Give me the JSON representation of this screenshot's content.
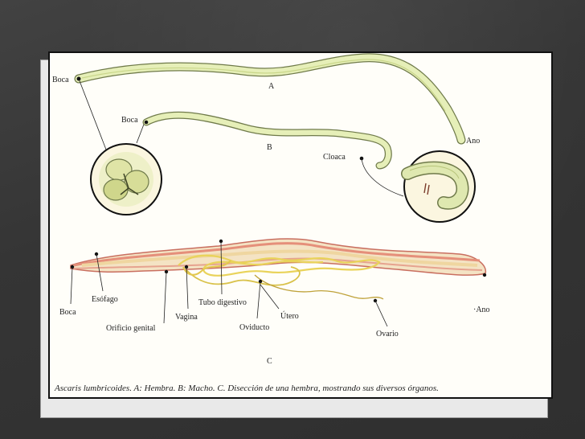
{
  "labels": {
    "a_boca": "Boca",
    "a_letter": "A",
    "a_ano": "Ano",
    "b_boca": "Boca",
    "b_letter": "B",
    "b_cloaca": "Cloaca",
    "c_boca": "Boca",
    "c_esofago": "Esófago",
    "c_orificio": "Orificio genital",
    "c_vagina": "Vagina",
    "c_tubo": "Tubo digestivo",
    "c_oviducto": "Oviducto",
    "c_utero": "Útero",
    "c_ovario": "Ovario",
    "c_ano": "·Ano",
    "c_letter": "C"
  },
  "caption": "Ascaris lumbricoides. A: Hembra. B: Macho. C. Disección de una hembra, mostrando sus diversos órganos.",
  "colors": {
    "worm_body": "#e6efb8",
    "worm_outline": "#6f7a4a",
    "gut": "#f1d9a8",
    "cuticle_red": "#e58f7a",
    "organ_yellow": "#e9d35a",
    "background": "#3a3a3a"
  }
}
